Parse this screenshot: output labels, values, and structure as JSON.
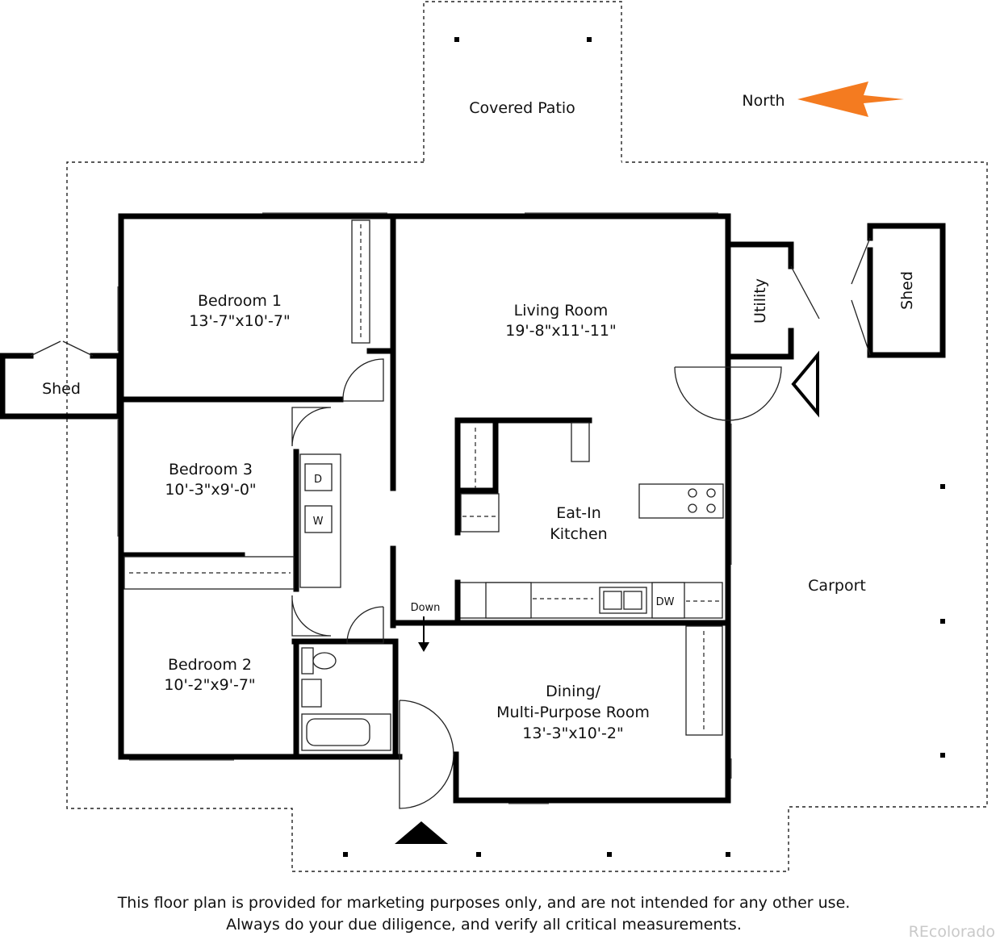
{
  "rooms": {
    "covered_patio": "Covered Patio",
    "bedroom1": {
      "name": "Bedroom 1",
      "dims": "13'-7\"x10'-7\""
    },
    "bedroom2": {
      "name": "Bedroom 2",
      "dims": "10'-2\"x9'-7\""
    },
    "bedroom3": {
      "name": "Bedroom 3",
      "dims": "10'-3\"x9'-0\""
    },
    "living": {
      "name": "Living Room",
      "dims": "19'-8\"x11'-11\""
    },
    "kitchen": {
      "line1": "Eat-In",
      "line2": "Kitchen"
    },
    "dining": {
      "line1": "Dining/",
      "line2": "Multi-Purpose Room",
      "dims": "13'-3\"x10'-2\""
    },
    "utility": "Utility",
    "shed_left": "Shed",
    "shed_right": "Shed",
    "carport": "Carport"
  },
  "labels": {
    "north": "North",
    "dryer": "D",
    "washer": "W",
    "dishwasher": "DW",
    "down": "Down"
  },
  "colors": {
    "north_arrow": "#f47b20",
    "walls": "#000000"
  },
  "disclaimer": {
    "line1": "This floor plan is provided for marketing purposes only, and are not intended for any other use.",
    "line2": "Always do your due diligence, and verify all critical measurements."
  },
  "brand": "REcolorado"
}
